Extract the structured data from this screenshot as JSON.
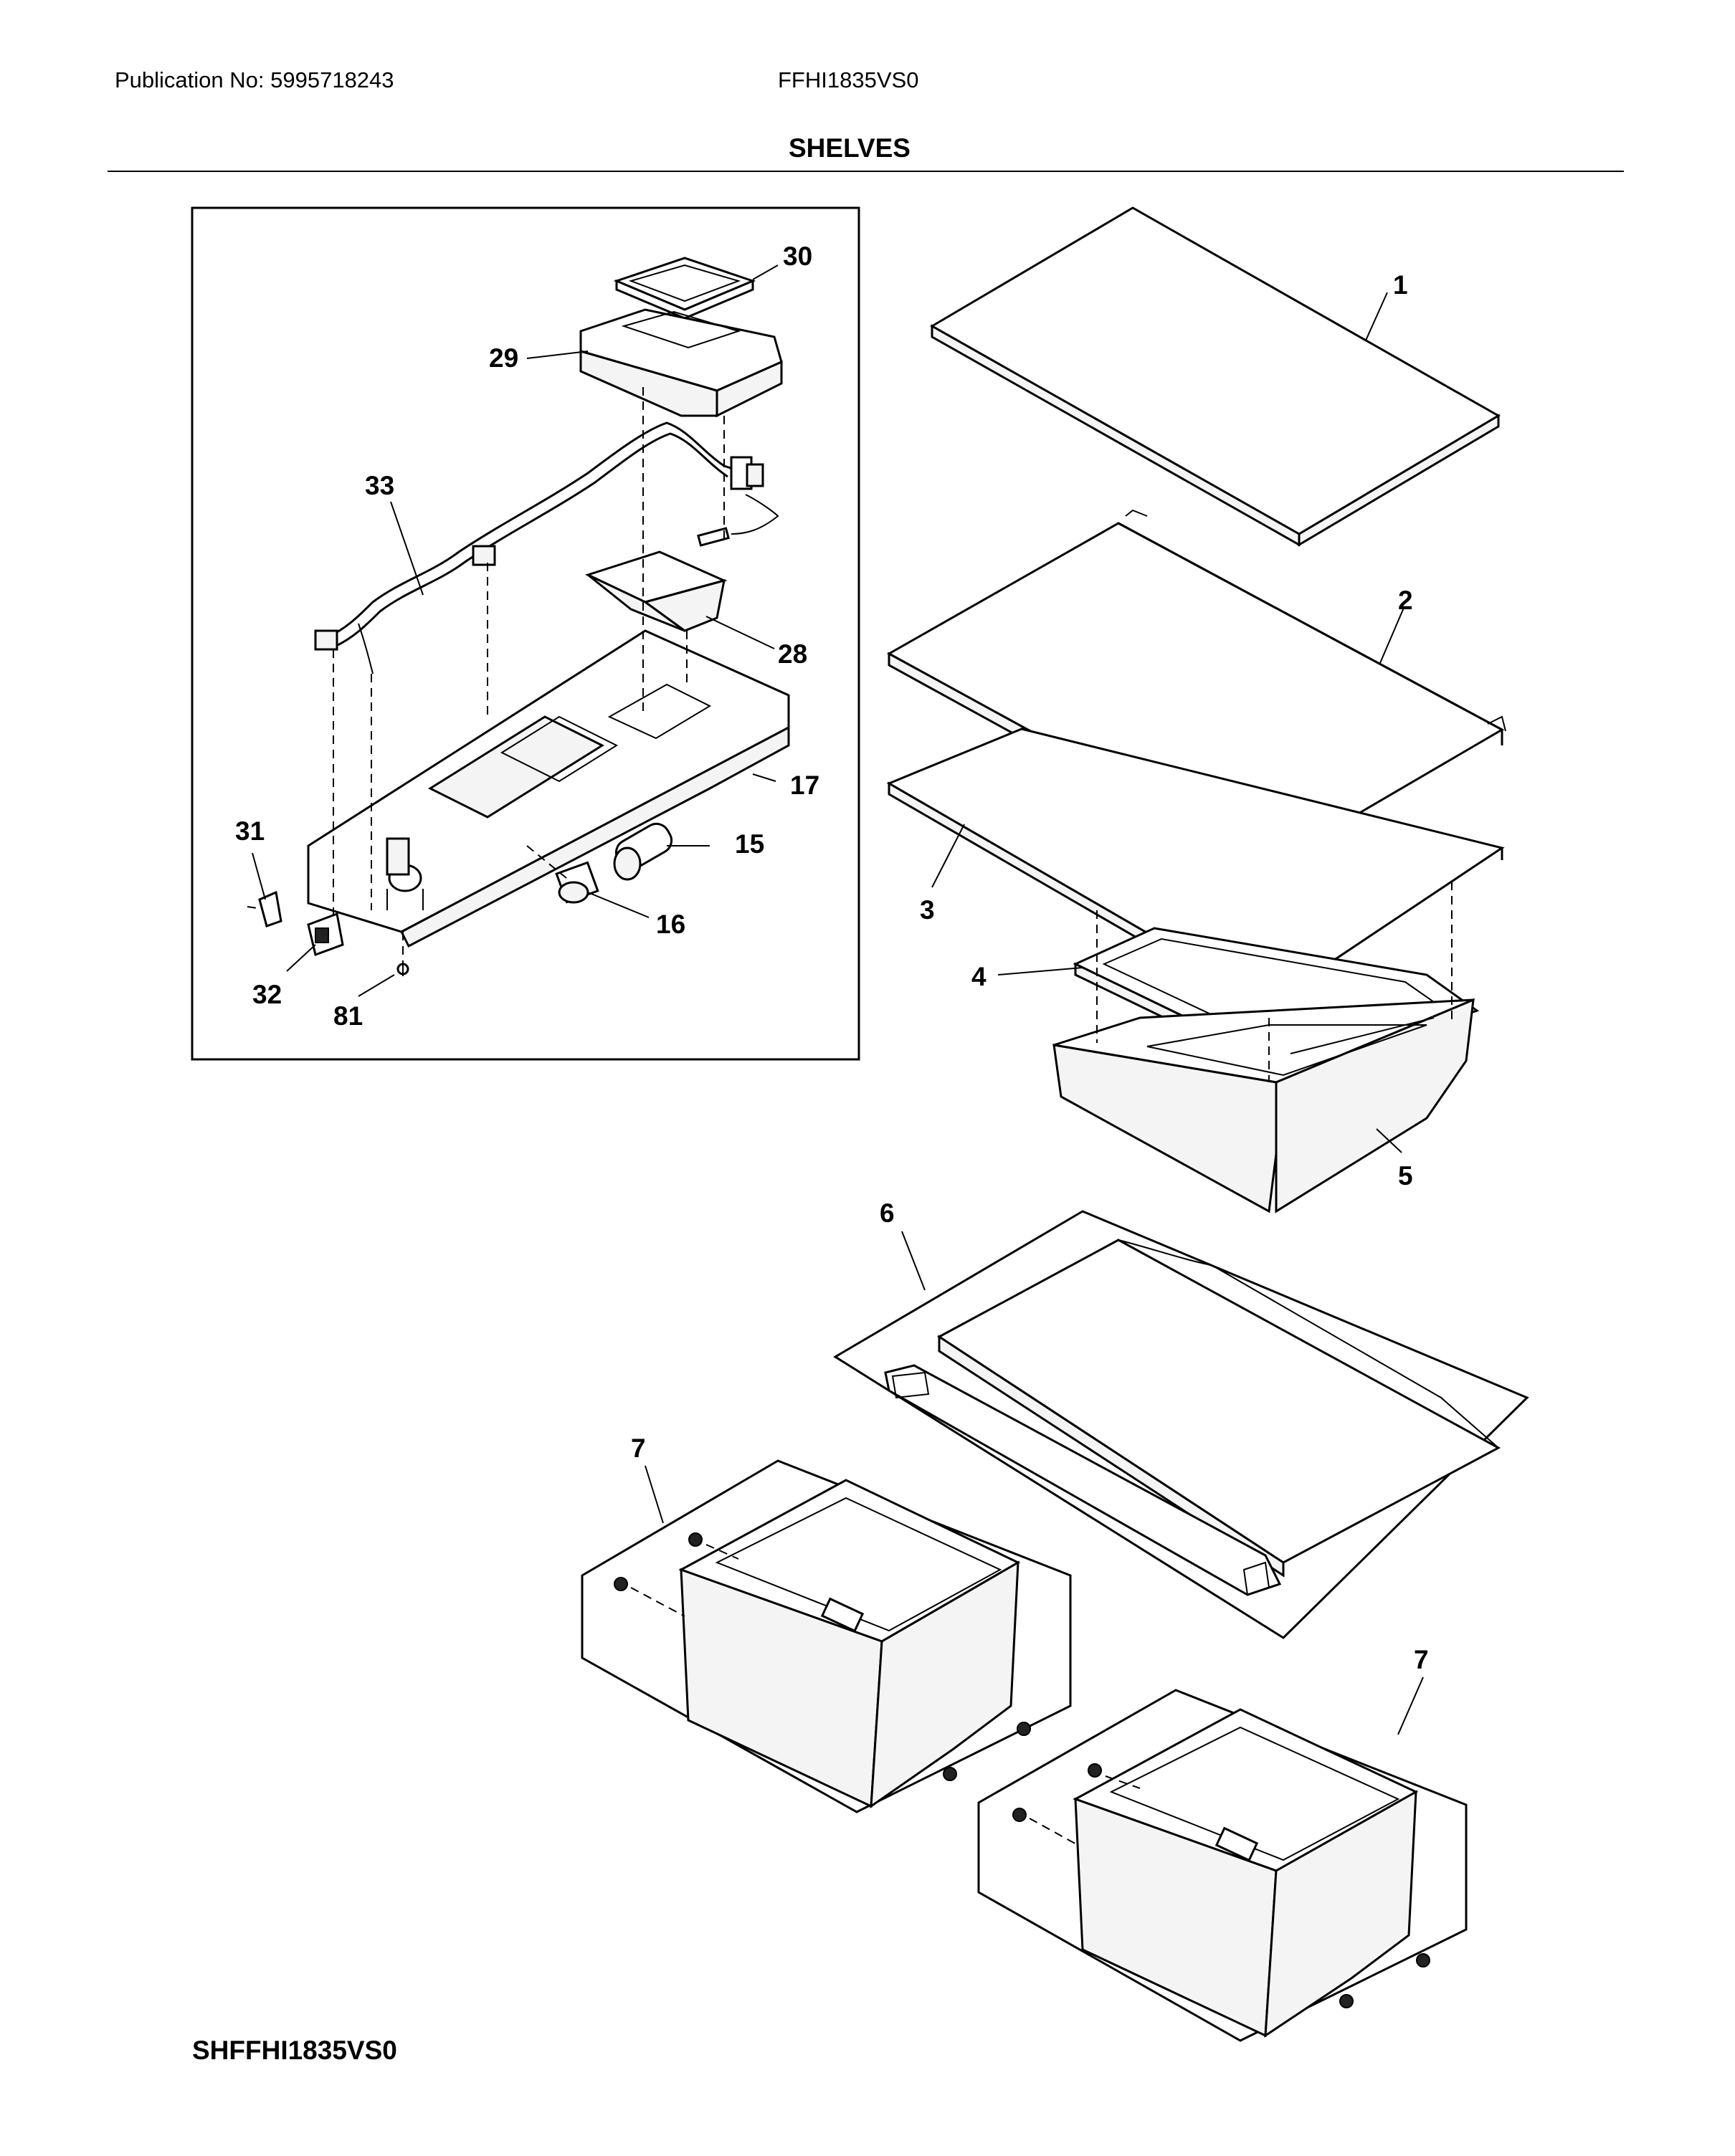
{
  "header": {
    "publication": "Publication No: 5995718243",
    "model": "FFHI1835VS0",
    "title": "SHELVES"
  },
  "footer": {
    "code": "SHFFHI1835VS0"
  },
  "callouts": {
    "c1": "1",
    "c2": "2",
    "c3": "3",
    "c4": "4",
    "c5": "5",
    "c6": "6",
    "c7a": "7",
    "c7b": "7",
    "c15": "15",
    "c16": "16",
    "c17": "17",
    "c28": "28",
    "c29": "29",
    "c30": "30",
    "c31": "31",
    "c32": "32",
    "c33": "33",
    "c81": "81"
  }
}
